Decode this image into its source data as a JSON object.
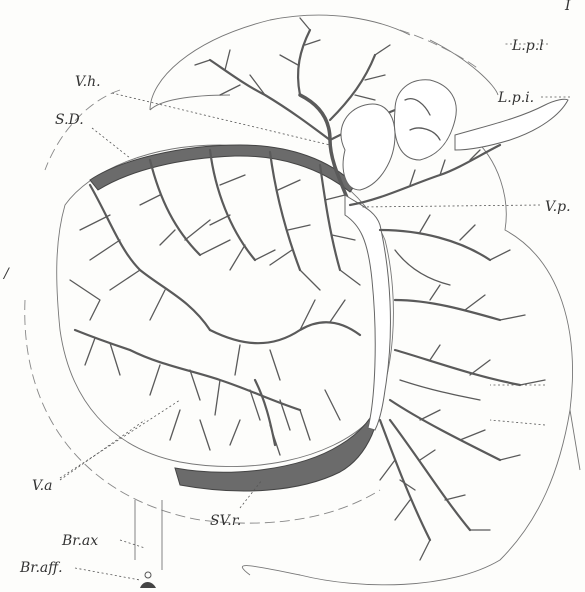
{
  "labels": {
    "top_right_partial": "I",
    "lpl": "L.p.l",
    "lpi": "L.p.i.",
    "vh": "V.h.",
    "sd": "S.D.",
    "vp": "V.p.",
    "va": "V.a",
    "svr": "SV.r.",
    "brax": "Br.ax",
    "braff": "Br.aff.",
    "left_margin_mark": "/"
  },
  "colors": {
    "vessel": "#5a5a5a",
    "sinus_fill": "#6b6b6b",
    "outline": "#777777"
  }
}
